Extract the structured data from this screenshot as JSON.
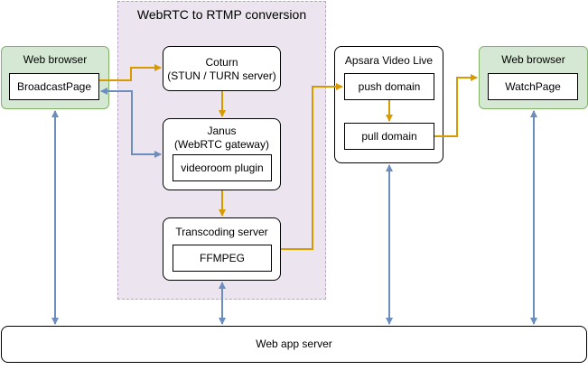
{
  "group": {
    "title": "WebRTC to RTMP conversion"
  },
  "browser_left": {
    "title": "Web browser",
    "page": "BroadcastPage"
  },
  "browser_right": {
    "title": "Web browser",
    "page": "WatchPage"
  },
  "coturn": {
    "line1": "Coturn",
    "line2": "(STUN / TURN server)"
  },
  "janus": {
    "line1": "Janus",
    "line2": "(WebRTC gateway)",
    "plugin": "videoroom plugin"
  },
  "transcoding": {
    "title": "Transcoding server",
    "inner": "FFMPEG"
  },
  "apsara": {
    "title": "Apsara Video Live",
    "push": "push domain",
    "pull": "pull domain"
  },
  "server": {
    "label": "Web app server"
  },
  "colors": {
    "orange": "#d79b00",
    "blue": "#6c8ebf",
    "green_fill": "#d5e8d4",
    "green_stroke": "#82b366",
    "group_fill": "#ece4ef"
  }
}
